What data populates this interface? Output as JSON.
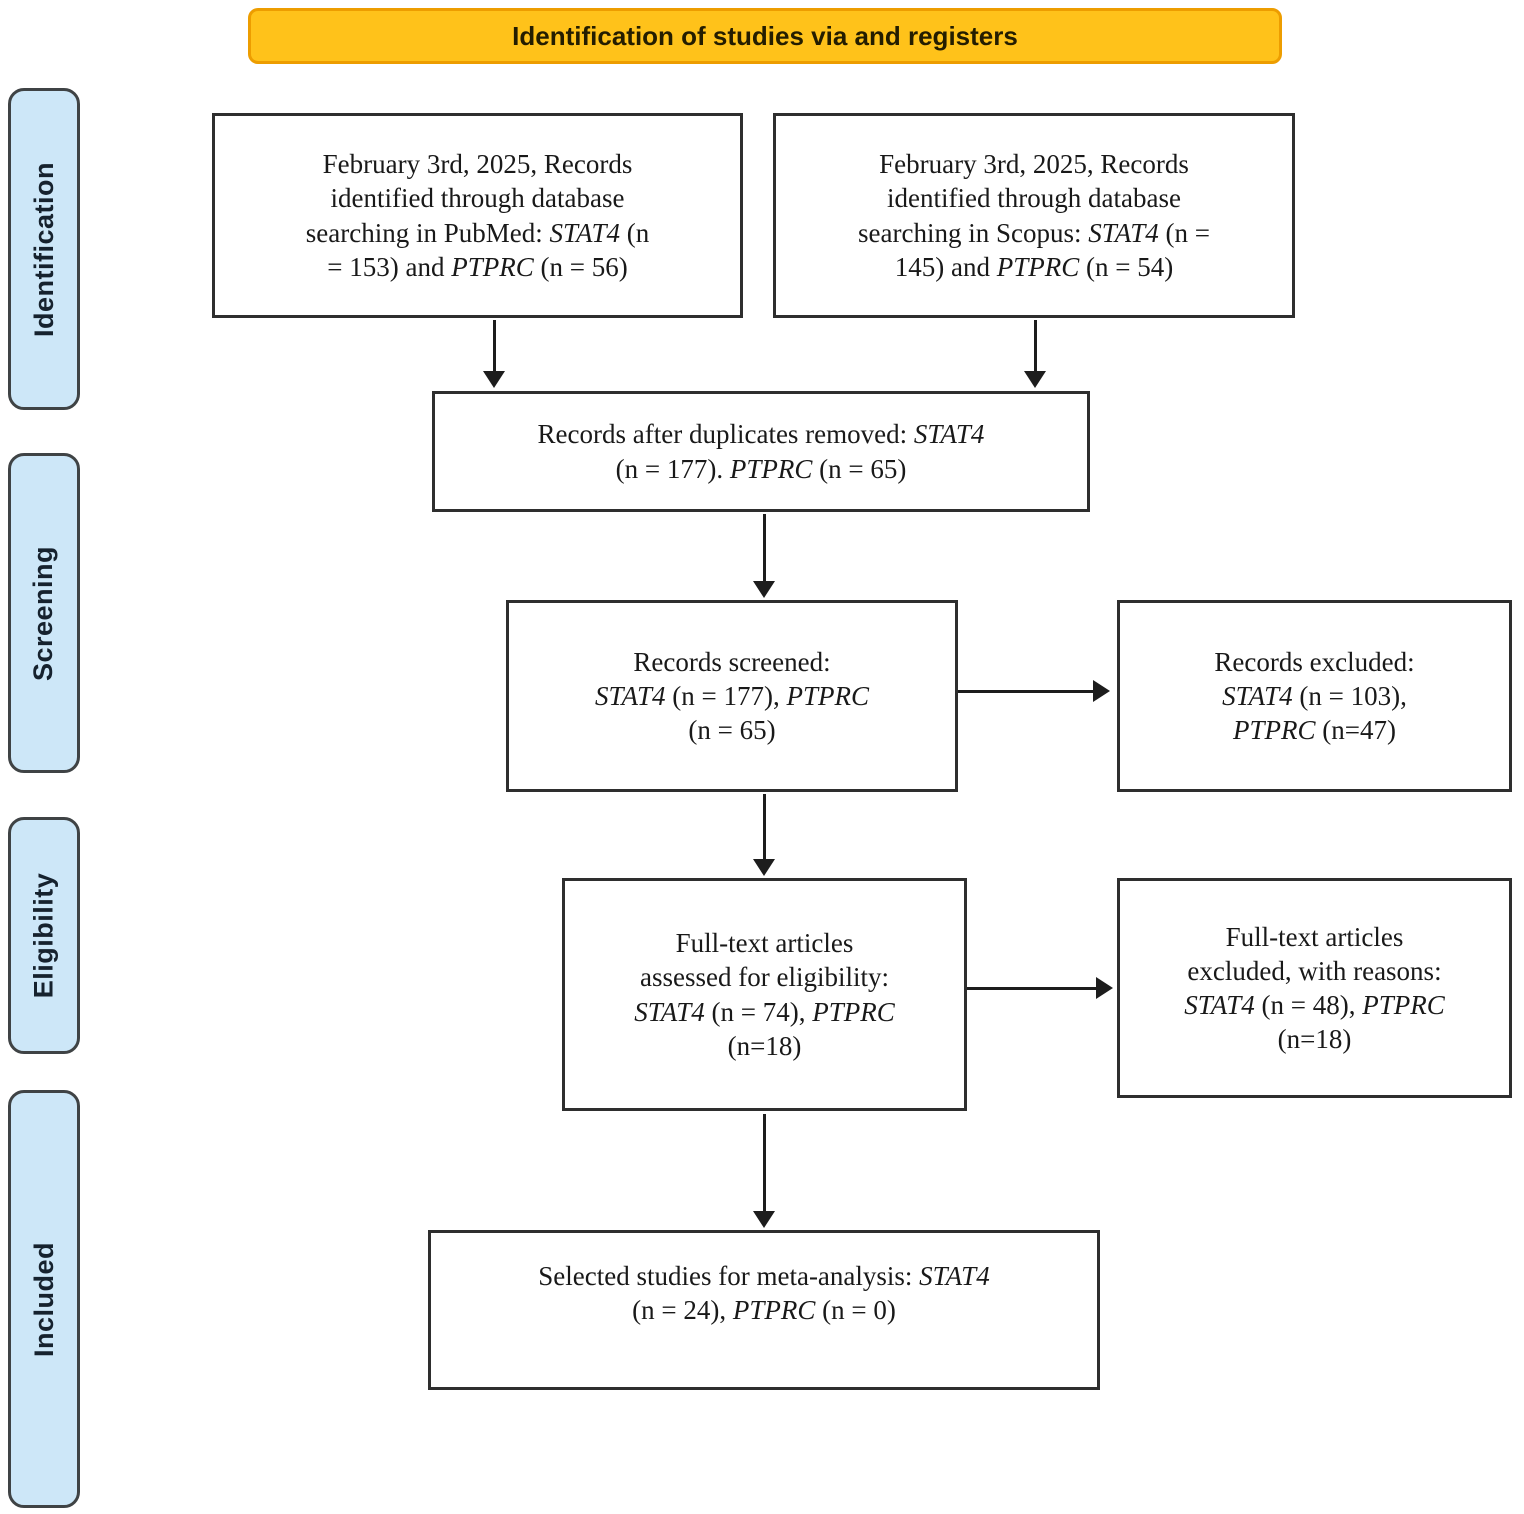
{
  "banner": {
    "label": "Identification of studies via and registers"
  },
  "sidebar": {
    "stages": [
      {
        "label": "Identification"
      },
      {
        "label": "Screening"
      },
      {
        "label": "Eligibility"
      },
      {
        "label": "Included"
      }
    ]
  },
  "boxes": {
    "pubmed": {
      "segments": [
        {
          "t": "February 3rd, 2025, Records"
        },
        {
          "br": true
        },
        {
          "t": "identified through database"
        },
        {
          "br": true
        },
        {
          "t": "searching in PubMed: "
        },
        {
          "t": "STAT4",
          "i": true
        },
        {
          "t": " (n"
        },
        {
          "br": true
        },
        {
          "t": "= 153) and "
        },
        {
          "t": "PTPRC",
          "i": true
        },
        {
          "t": " (n = 56)"
        }
      ]
    },
    "scopus": {
      "segments": [
        {
          "t": "February 3rd, 2025, Records"
        },
        {
          "br": true
        },
        {
          "t": "identified through database"
        },
        {
          "br": true
        },
        {
          "t": "searching in Scopus: "
        },
        {
          "t": "STAT4",
          "i": true
        },
        {
          "t": " (n ="
        },
        {
          "br": true
        },
        {
          "t": "145) and "
        },
        {
          "t": "PTPRC",
          "i": true
        },
        {
          "t": " (n = 54)"
        }
      ]
    },
    "dedup": {
      "segments": [
        {
          "t": "Records after duplicates removed: "
        },
        {
          "t": "STAT4",
          "i": true
        },
        {
          "br": true
        },
        {
          "t": "(n = 177). "
        },
        {
          "t": "PTPRC",
          "i": true
        },
        {
          "t": " (n = 65)"
        }
      ]
    },
    "screened": {
      "segments": [
        {
          "t": "Records screened:"
        },
        {
          "br": true
        },
        {
          "t": "STAT4",
          "i": true
        },
        {
          "t": " (n = 177), "
        },
        {
          "t": "PTPRC",
          "i": true
        },
        {
          "br": true
        },
        {
          "t": "(n = 65)"
        }
      ]
    },
    "excluded": {
      "segments": [
        {
          "t": "Records excluded:"
        },
        {
          "br": true
        },
        {
          "t": "STAT4",
          "i": true
        },
        {
          "t": " (n = 103),"
        },
        {
          "br": true
        },
        {
          "t": "PTPRC",
          "i": true
        },
        {
          "t": " (n=47)"
        }
      ]
    },
    "fulltext": {
      "segments": [
        {
          "t": "Full-text articles"
        },
        {
          "br": true
        },
        {
          "t": "assessed for eligibility:"
        },
        {
          "br": true
        },
        {
          "t": "STAT4",
          "i": true
        },
        {
          "t": " (n = 74), "
        },
        {
          "t": "PTPRC",
          "i": true
        },
        {
          "br": true
        },
        {
          "t": "(n=18)"
        }
      ]
    },
    "fulltext_excluded": {
      "segments": [
        {
          "t": "Full-text articles"
        },
        {
          "br": true
        },
        {
          "t": "excluded, with reasons:"
        },
        {
          "br": true
        },
        {
          "t": "STAT4",
          "i": true
        },
        {
          "t": " (n = 48), "
        },
        {
          "t": "PTPRC",
          "i": true
        },
        {
          "br": true
        },
        {
          "t": "(n=18)"
        }
      ]
    },
    "selected": {
      "segments": [
        {
          "t": "Selected studies for meta-analysis: "
        },
        {
          "t": "STAT4",
          "i": true
        },
        {
          "br": true
        },
        {
          "t": "(n = 24), "
        },
        {
          "t": "PTPRC",
          "i": true
        },
        {
          "t": " (n = 0)"
        }
      ]
    }
  },
  "colors": {
    "banner-bg": "#FFC21A",
    "banner-border": "#ED9D00",
    "banner-text": "#241D00",
    "sidebar-bg": "#CDE7F8",
    "sidebar-border": "#3F4345",
    "sidebar-text": "#16222E",
    "box-border": "#2E2E2E",
    "box-text": "#191919",
    "arrow": "#1D1D1D"
  }
}
